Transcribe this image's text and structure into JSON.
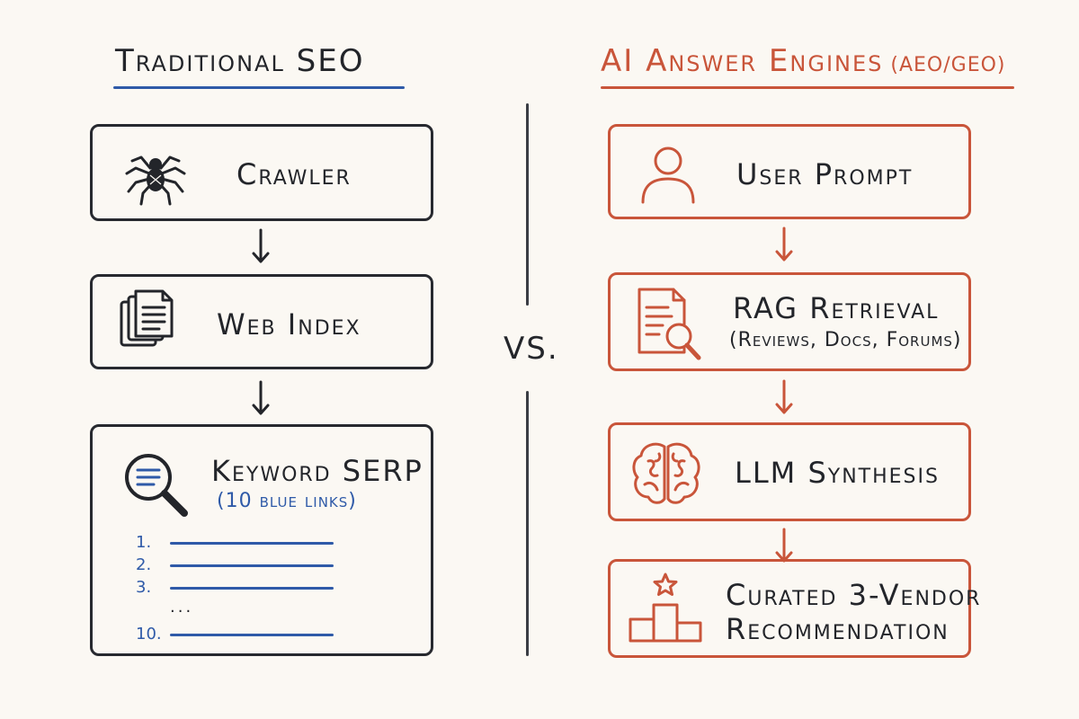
{
  "left": {
    "title": "Traditional SEO",
    "steps": {
      "crawler": "Crawler",
      "index": "Web Index",
      "serp": "Keyword SERP",
      "serp_sub": "(10 blue links)"
    },
    "result_numbers": [
      "1.",
      "2.",
      "3.",
      "...",
      "10."
    ]
  },
  "separator": "VS.",
  "right": {
    "title": "AI Answer Engines",
    "title_sub": "(AEO/GEO)",
    "steps": {
      "prompt": "User Prompt",
      "rag": "RAG Retrieval",
      "rag_sub": "(Reviews, Docs, Forums)",
      "llm": "LLM Synthesis",
      "rec_line1": "Curated 3-Vendor",
      "rec_line2": "Recommendation"
    }
  },
  "colors": {
    "dark": "#27292f",
    "blue": "#2f5aa8",
    "red": "#c9553a",
    "background": "#fbf8f3"
  },
  "icons": [
    "spider-icon",
    "documents-icon",
    "magnifier-icon",
    "user-icon",
    "document-search-icon",
    "brain-icon",
    "podium-star-icon"
  ]
}
